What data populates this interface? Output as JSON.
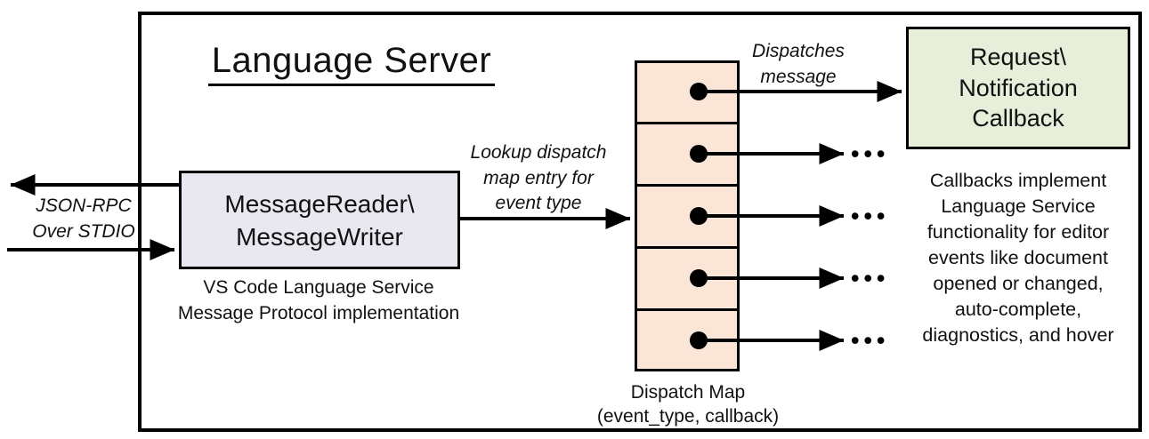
{
  "title": "Language Server",
  "io_label": {
    "line1": "JSON-RPC",
    "line2": "Over STDIO"
  },
  "reader_box": {
    "line1": "MessageReader\\",
    "line2": "MessageWriter"
  },
  "reader_caption": {
    "line1": "VS Code Language Service",
    "line2": "Message Protocol implementation"
  },
  "lookup_label": {
    "line1": "Lookup dispatch",
    "line2": "map entry for",
    "line3": "event type"
  },
  "dispatches_label": {
    "line1": "Dispatches",
    "line2": "message"
  },
  "dispatch_map": {
    "cell_count": 5,
    "caption_line1": "Dispatch Map",
    "caption_line2": "(event_type, callback)"
  },
  "callback_box": {
    "line1": "Request\\",
    "line2": "Notification",
    "line3": "Callback"
  },
  "callback_note": {
    "lines": [
      "Callbacks implement",
      "Language Service",
      "functionality for editor",
      "events like document",
      "opened or changed,",
      "auto-complete,",
      "diagnostics, and hover"
    ]
  },
  "icons": {
    "ellipsis": "•••"
  },
  "colors": {
    "reader_box_fill": "#e9e7f0",
    "dispatch_cell_fill": "#fbe5d6",
    "callback_box_fill": "#e7efdb",
    "line": "#000000"
  }
}
